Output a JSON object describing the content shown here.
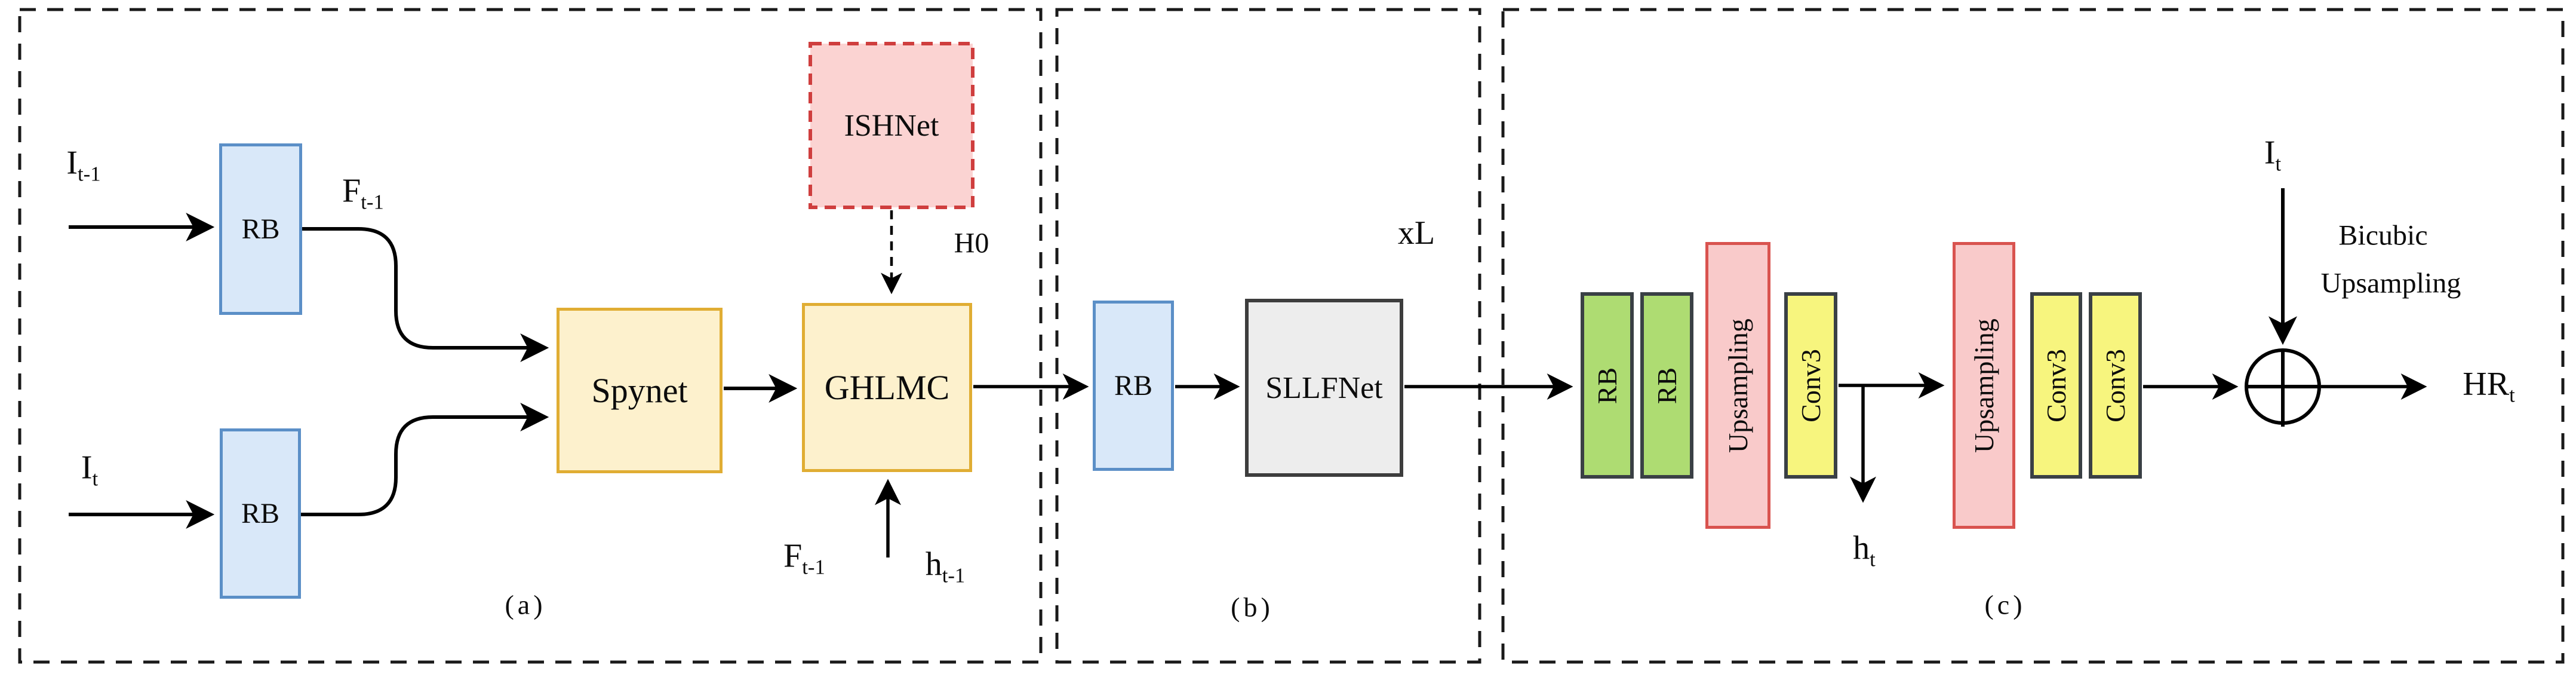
{
  "colors": {
    "background": "#ffffff",
    "panel_border": "#1a1a1a",
    "arrow": "#000000",
    "blue_fill": "#d9e8f9",
    "blue_border": "#5b8fc7",
    "warm_yellow_fill": "#fdf1cd",
    "warm_yellow_border": "#e0ad33",
    "ishnet_fill": "#fbd3d2",
    "ishnet_border": "#cf3e3e",
    "green_fill": "#aedc72",
    "dark_border": "#3a4045",
    "pink_fill": "#f9caca",
    "pink_border": "#d9534f",
    "bright_yellow_fill": "#f7f57e",
    "gray_fill": "#ededed",
    "gray_border": "#3d3d3d"
  },
  "panel_a": {
    "caption": "(a)",
    "input_prev": {
      "base": "I",
      "sub": "t-1"
    },
    "input_cur": {
      "base": "I",
      "sub": "t"
    },
    "rb_top": "RB",
    "rb_bottom": "RB",
    "flow_label": {
      "base": "F",
      "sub": "t-1"
    },
    "spynet": "Spynet",
    "ghlmc": "GHLMC",
    "ishnet": "ISHNet",
    "h0": "H0",
    "flow_prev": {
      "base": "F",
      "sub": "t-1"
    },
    "hidden_prev": {
      "base": "h",
      "sub": "t-1"
    }
  },
  "panel_b": {
    "caption": "(b)",
    "rb": "RB",
    "sllfnet": "SLLFNet",
    "repeat_label": "xL"
  },
  "panel_c": {
    "caption": "(c)",
    "rb1": "RB",
    "rb2": "RB",
    "upsampling1": "Upsampling",
    "conv3_1": "Conv3",
    "hidden_out": {
      "base": "h",
      "sub": "t"
    },
    "upsampling2": "Upsampling",
    "conv3_2": "Conv3",
    "conv3_3": "Conv3",
    "input_cur": {
      "base": "I",
      "sub": "t"
    },
    "bicubic": {
      "line1": "Bicubic",
      "line2": "Upsampling"
    },
    "output": {
      "base": "HR",
      "sub": "t"
    }
  }
}
